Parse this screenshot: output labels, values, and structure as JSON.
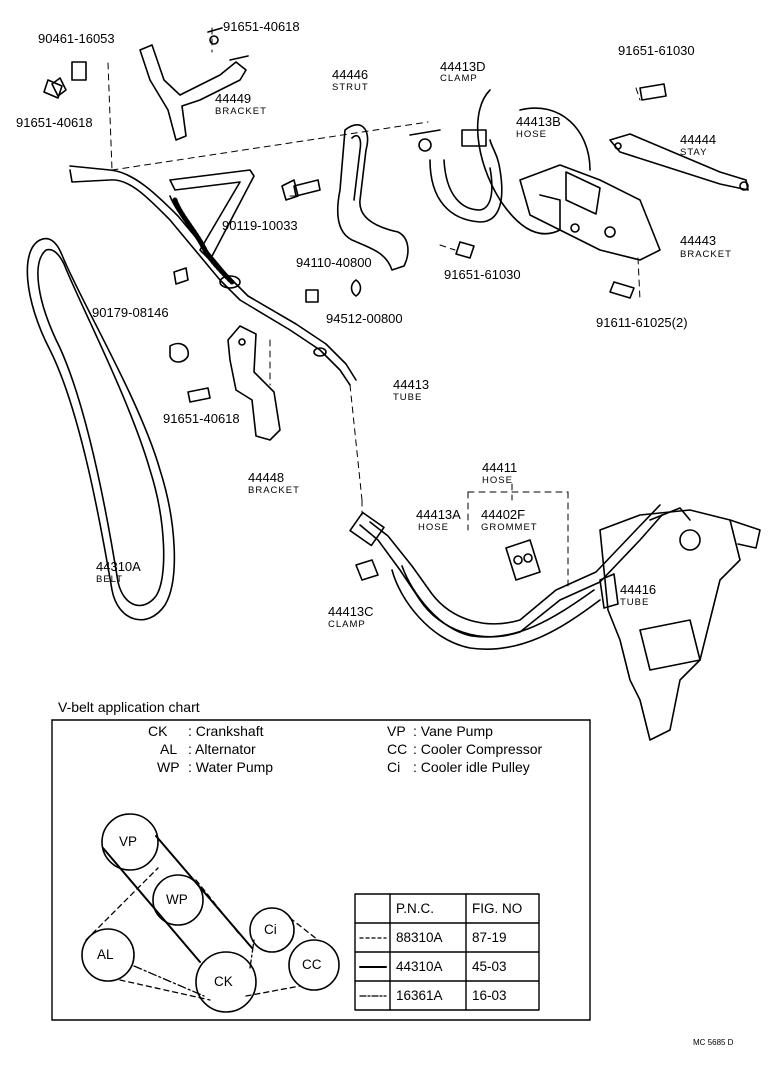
{
  "parts": [
    {
      "id": "p1",
      "number": "90461-16053",
      "desc": ""
    },
    {
      "id": "p2",
      "number": "91651-40618",
      "desc": ""
    },
    {
      "id": "p3",
      "number": "44449",
      "desc": "BRACKET"
    },
    {
      "id": "p4",
      "number": "91651-40618",
      "desc": ""
    },
    {
      "id": "p5",
      "number": "44446",
      "desc": "STRUT"
    },
    {
      "id": "p6",
      "number": "44413D",
      "desc": "CLAMP"
    },
    {
      "id": "p7",
      "number": "44413B",
      "desc": "HOSE"
    },
    {
      "id": "p8",
      "number": "91651-61030",
      "desc": ""
    },
    {
      "id": "p9",
      "number": "44444",
      "desc": "STAY"
    },
    {
      "id": "p10",
      "number": "44443",
      "desc": "BRACKET"
    },
    {
      "id": "p11",
      "number": "91651-61030",
      "desc": ""
    },
    {
      "id": "p12",
      "number": "91611-61025(2)",
      "desc": ""
    },
    {
      "id": "p13",
      "number": "90119-10033",
      "desc": ""
    },
    {
      "id": "p14",
      "number": "94110-40800",
      "desc": ""
    },
    {
      "id": "p15",
      "number": "94512-00800",
      "desc": ""
    },
    {
      "id": "p16",
      "number": "90179-08146",
      "desc": ""
    },
    {
      "id": "p17",
      "number": "44413",
      "desc": "TUBE"
    },
    {
      "id": "p18",
      "number": "91651-40618",
      "desc": ""
    },
    {
      "id": "p19",
      "number": "44448",
      "desc": "BRACKET"
    },
    {
      "id": "p20",
      "number": "44310A",
      "desc": "BELT"
    },
    {
      "id": "p21",
      "number": "44411",
      "desc": "HOSE"
    },
    {
      "id": "p22",
      "number": "44413A",
      "desc": "HOSE"
    },
    {
      "id": "p23",
      "number": "44402F",
      "desc": "GROMMET"
    },
    {
      "id": "p24",
      "number": "44416",
      "desc": "TUBE"
    },
    {
      "id": "p25",
      "number": "44413C",
      "desc": "CLAMP"
    }
  ],
  "chart": {
    "title": "V-belt application chart",
    "legend_left": [
      {
        "code": "CK",
        "name": ": Crankshaft"
      },
      {
        "code": "AL",
        "name": ": Alternator"
      },
      {
        "code": "WP",
        "name": ": Water Pump"
      }
    ],
    "legend_right": [
      {
        "code": "VP",
        "name": ": Vane Pump"
      },
      {
        "code": "CC",
        "name": ": Cooler Compressor"
      },
      {
        "code": "Ci",
        "name": ": Cooler idle Pulley"
      }
    ],
    "pulleys": [
      "VP",
      "WP",
      "AL",
      "CK",
      "Ci",
      "CC"
    ],
    "table": {
      "headers": [
        "P.N.C.",
        "FIG. NO"
      ],
      "rows": [
        {
          "line": "dashed",
          "pnc": "88310A",
          "fig": "87-19"
        },
        {
          "line": "solid",
          "pnc": "44310A",
          "fig": "45-03"
        },
        {
          "line": "dashdot",
          "pnc": "16361A",
          "fig": "16-03"
        }
      ]
    }
  },
  "drawing_code": "MC 5685 D"
}
